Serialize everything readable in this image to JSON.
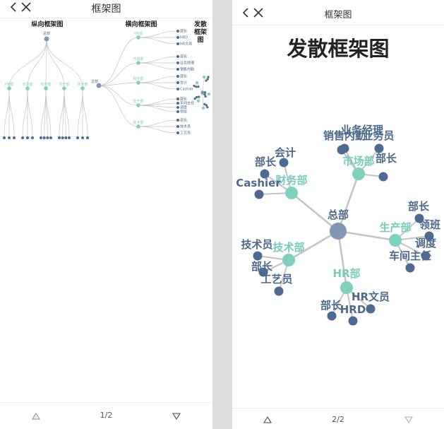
{
  "left_screen": {
    "title": "框架图",
    "pager": "1/2",
    "vertical_title": "纵向框架图",
    "horizontal_title": "横向框架图",
    "radial_title": [
      "发散",
      "框架",
      "图"
    ],
    "vertical_root": "总部",
    "vertical_depts": [
      "HR部",
      "市场部",
      "财务部",
      "生产部",
      "技术部"
    ],
    "horizontal_root": "总部",
    "horizontal_depts": [
      "HR部",
      "市场部",
      "财务部",
      "生产部",
      "技术部"
    ],
    "horizontal_leaves": [
      "部长",
      "HRD",
      "HR文员",
      "部长",
      "业务经理",
      "销售内勤",
      "部长",
      "会计",
      "Cashier",
      "部长",
      "车间主任",
      "调度",
      "领班",
      "部长",
      "技术员",
      "工艺员"
    ]
  },
  "right_screen": {
    "title": "框架图",
    "pager": "2/2",
    "heading": "发散框架图",
    "root": "总部",
    "depts": [
      {
        "name": "市场部",
        "leaves": [
          "业务经理",
          "销售内勤",
          "业务员",
          "部长"
        ]
      },
      {
        "name": "财务部",
        "leaves": [
          "会计",
          "部长",
          "Cashier"
        ]
      },
      {
        "name": "生产部",
        "leaves": [
          "部长",
          "领班",
          "调度",
          "车间主任"
        ]
      },
      {
        "name": "技术部",
        "leaves": [
          "技术员",
          "部长",
          "工艺员"
        ]
      },
      {
        "name": "HR部",
        "leaves": [
          "HR文员",
          "部长",
          "HRD"
        ]
      }
    ]
  },
  "colors": {
    "root_node": "#8197b3",
    "dept_node": "#7fd0bd",
    "leaf_node": "#4b6b90",
    "edge": "#c4c4c4"
  }
}
